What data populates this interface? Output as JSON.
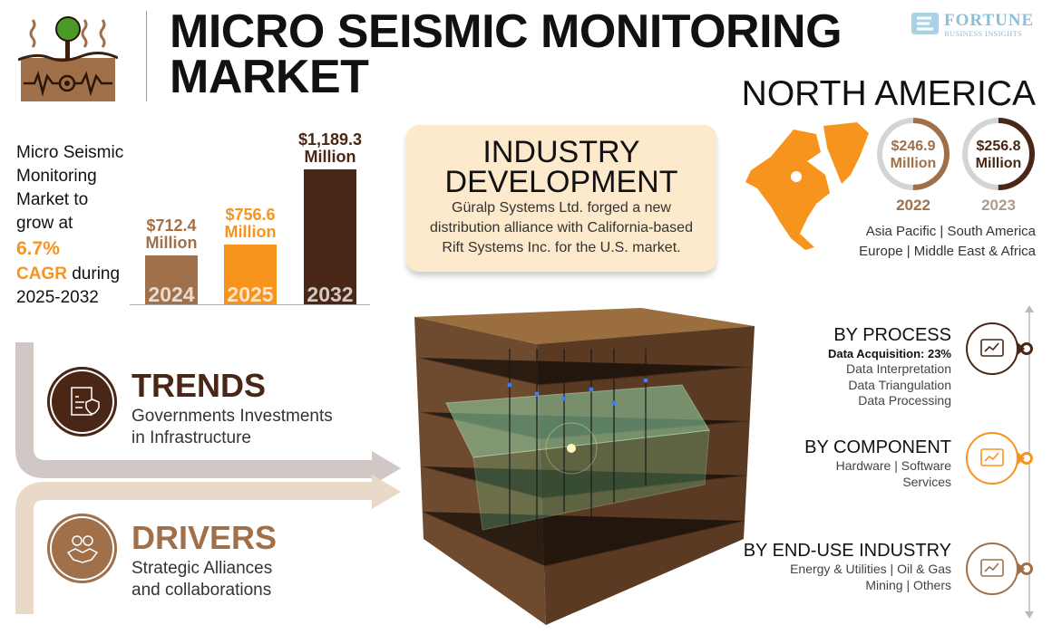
{
  "header": {
    "title_line1": "MICRO SEISMIC MONITORING",
    "title_line2": "MARKET",
    "logo_icon": "seismic-ground-tree-icon"
  },
  "brand": {
    "name": "FORTUNE",
    "tagline": "BUSINESS INSIGHTS"
  },
  "summary": {
    "lines": [
      "Micro Seismic",
      "Monitoring",
      "Market to",
      "grow at"
    ],
    "cagr": "6.7%",
    "cagr_label": "CAGR",
    "cagr_suffix": " during",
    "period": "2025-2032"
  },
  "chart_data": {
    "type": "bar",
    "categories": [
      "2024",
      "2025",
      "2032"
    ],
    "values": [
      712.4,
      756.6,
      1189.3
    ],
    "labels": [
      "$712.4",
      "$756.6",
      "$1,189.3"
    ],
    "unit": "Million",
    "colors": [
      "#a0704a",
      "#f7941d",
      "#4a2616"
    ]
  },
  "industry": {
    "title_line1": "INDUSTRY",
    "title_line2": "DEVELOPMENT",
    "body": [
      "Güralp Systems Ltd. forged a new",
      "distribution alliance with California-based",
      "Rift Systems Inc. for the U.S. market."
    ]
  },
  "region": {
    "title": "NORTH AMERICA",
    "map_color": "#f7941d",
    "donuts": [
      {
        "value": "$246.9",
        "unit": "Million",
        "year": "2022",
        "color": "#a0704a"
      },
      {
        "value": "$256.8",
        "unit": "Million",
        "year": "2023",
        "color": "#4a2616"
      }
    ],
    "others_line1": "Asia Pacific  |  South America",
    "others_line2": "Europe  |  Middle East & Africa"
  },
  "trends": {
    "title": "TRENDS",
    "lines": [
      "Governments Investments",
      "in Infrastructure"
    ],
    "icon": "government-document-shield-icon",
    "color": "#4a2616"
  },
  "drivers": {
    "title": "DRIVERS",
    "lines": [
      "Strategic Alliances",
      "and collaborations"
    ],
    "icon": "handshake-gears-icon",
    "color": "#a0704a"
  },
  "segments": [
    {
      "title": "BY PROCESS",
      "highlight": "Data Acquisition: 23%",
      "lines": [
        "Data Interpretation",
        "Data Triangulation",
        "Data Processing"
      ],
      "color": "#4a2616",
      "icon": "data-process-icon"
    },
    {
      "title": "BY COMPONENT",
      "lines": [
        "Hardware  |  Software",
        "Services"
      ],
      "color": "#f7941d",
      "icon": "dashboard-analytics-icon"
    },
    {
      "title": "BY END-USE INDUSTRY",
      "lines": [
        "Energy & Utilities  |  Oil & Gas",
        "Mining  |  Others"
      ],
      "color": "#a0704a",
      "icon": "tablet-control-icon"
    }
  ]
}
